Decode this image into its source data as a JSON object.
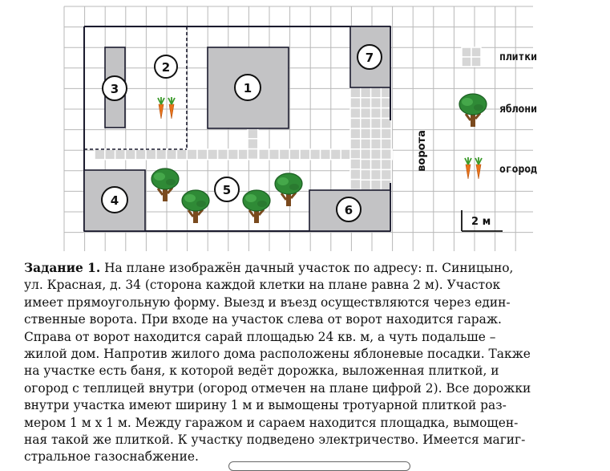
{
  "plan": {
    "numbers": [
      "1",
      "2",
      "3",
      "4",
      "5",
      "6",
      "7"
    ],
    "gate_label": "ворота",
    "legend": {
      "tiles": "плитки",
      "apple_trees": "яблони",
      "garden": "огород",
      "scale": "2 м"
    },
    "colors": {
      "grid_line": "#b5b5b5",
      "building_fill": "#c3c3c5",
      "tile_fill": "#d6d6d6",
      "outline": "#1b1b2e",
      "tree_crown": "#2f8a36",
      "tree_trunk": "#7a4a1e",
      "carrot": "#e8731a",
      "carrot_top": "#3a9a2a"
    }
  },
  "task": {
    "title": "Задание 1.",
    "lines": [
      " На плане изображён дачный участок по адресу: п. Синицыно,",
      "ул. Красная, д. 34 (сторона каждой клетки на плане равна 2 м). Участок",
      "имеет прямоугольную форму. Выезд и въезд осуществляются через един-",
      "ственные ворота. При входе на участок слева от ворот находится гараж.",
      "Справа от ворот находится сарай площадью 24 кв. м, а чуть подальше –",
      "жилой дом. Напротив жилого дома расположены яблоневые посадки. Также",
      "на участке есть баня, к которой ведёт дорожка, выложенная плиткой, и",
      "огород с теплицей внутри (огород отмечен на плане цифрой 2). Все дорожки",
      "внутри участка имеют ширину 1 м и вымощены тротуарной плиткой раз-",
      "мером 1 м х 1 м. Между гаражом и сараем находится площадка, вымощен-",
      "ная такой же плиткой. К участку подведено электричество. Имеется магиг-",
      "стральное газоснабжение."
    ]
  }
}
